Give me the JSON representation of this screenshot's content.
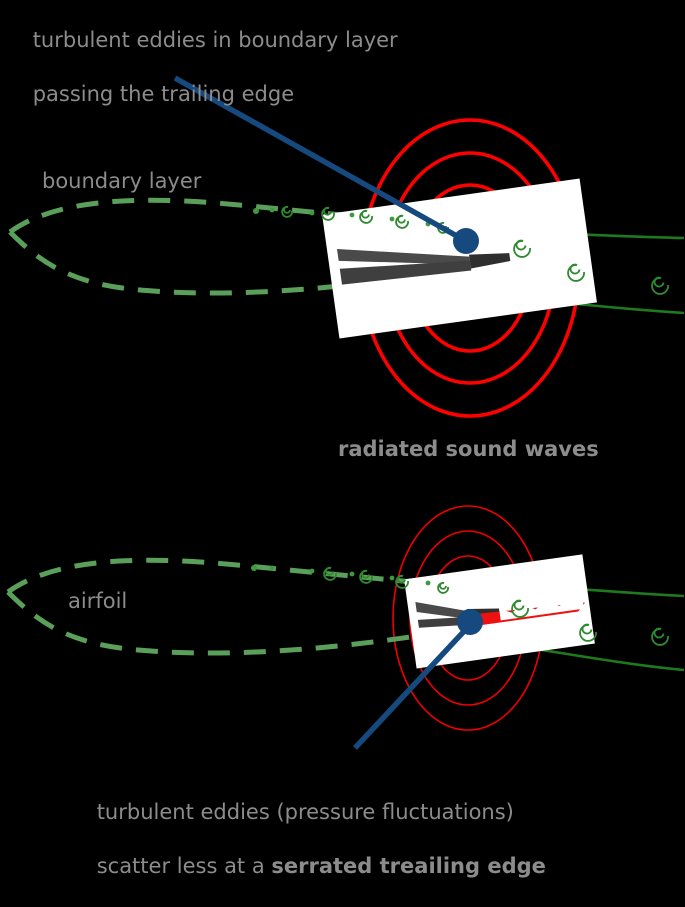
{
  "figure": {
    "background": "#000000",
    "text_color": "#8c8c8c",
    "sound_wave_color": "#ff0000",
    "eddy_color": "#3a8c3a",
    "boundary_layer_color": "#4f9b4f",
    "pointer_color": "#16497e",
    "airfoil_color": "#ffffff",
    "airfoil_body_color": "#4a4a4a"
  },
  "labels": {
    "top_callout_line1": "turbulent eddies in boundary layer",
    "top_callout_line2": "passing the trailing edge",
    "boundary_layer": "boundary layer",
    "radiated_sound_waves": "radiated sound waves",
    "airfoil": "airfoil",
    "bottom_callout_line1": "turbulent eddies (pressure fluctuations)",
    "bottom_callout_line2_normal": "scatter less at a ",
    "bottom_callout_line2_bold": "serrated treailing edge"
  },
  "panels": [
    {
      "name": "straight-trailing-edge-panel",
      "sound_rings": 4,
      "ring_stroke_width": 3.5,
      "edge_type": "straight"
    },
    {
      "name": "serrated-trailing-edge-panel",
      "sound_rings": 4,
      "ring_stroke_width": 1.6,
      "edge_type": "serrated"
    }
  ]
}
